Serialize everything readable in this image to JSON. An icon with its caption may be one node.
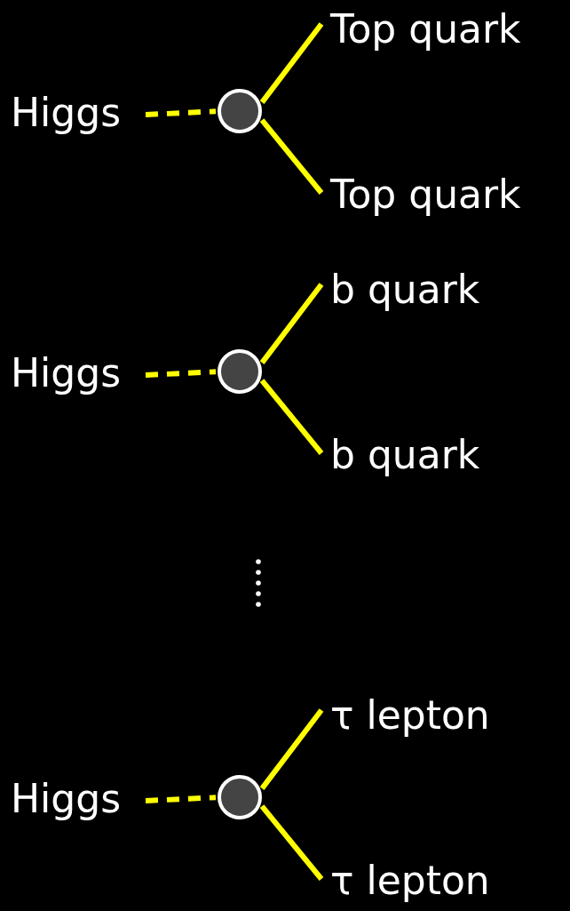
{
  "diagram": {
    "nodes": [
      {
        "text": [
          "Higgs"
        ]
      },
      {
        "text": [],
        "shape": "circle"
      },
      {
        "text": [
          "Top quark"
        ]
      },
      {
        "text": [
          "Top quark"
        ]
      },
      {
        "text": [
          "Higgs"
        ]
      },
      {
        "text": [],
        "shape": "circle"
      },
      {
        "text": [
          "b quark"
        ]
      },
      {
        "text": [
          "b quark"
        ]
      },
      {
        "text": [
          "Higgs"
        ]
      },
      {
        "text": [],
        "shape": "circle"
      },
      {
        "text": [
          "τ lepton"
        ]
      },
      {
        "text": [
          "τ lepton"
        ]
      }
    ],
    "edges": [
      {
        "from": 0,
        "to": 1,
        "arrow": "none",
        "style": "dashed"
      },
      {
        "from": 1,
        "to": 2,
        "arrow": "none"
      },
      {
        "from": 1,
        "to": 3,
        "arrow": "none"
      },
      {
        "from": 4,
        "to": 5,
        "arrow": "none",
        "style": "dashed"
      },
      {
        "from": 5,
        "to": 6,
        "arrow": "none"
      },
      {
        "from": 5,
        "to": 7,
        "arrow": "none"
      },
      {
        "from": 8,
        "to": 9,
        "arrow": "none",
        "style": "dashed"
      },
      {
        "from": 9,
        "to": 10,
        "arrow": "none"
      },
      {
        "from": 9,
        "to": 11,
        "arrow": "none"
      }
    ]
  }
}
